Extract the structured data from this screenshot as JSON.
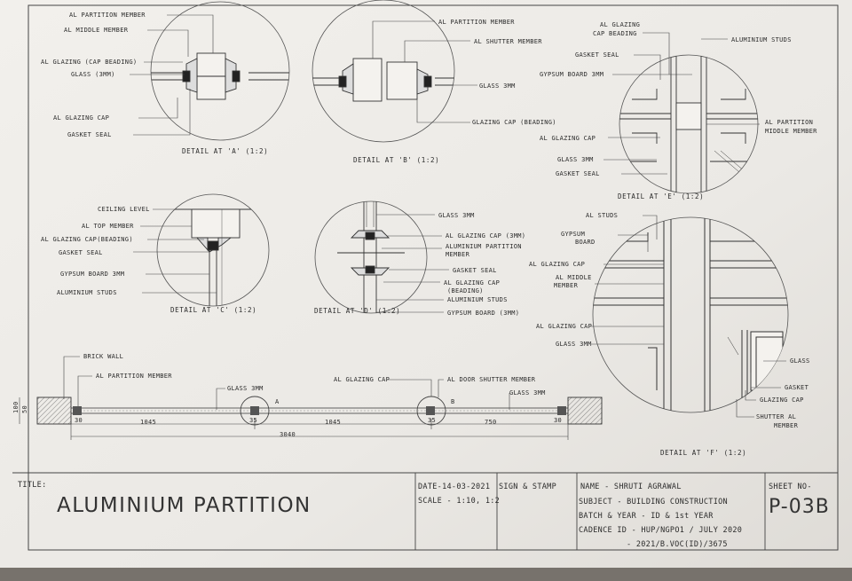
{
  "labels": {
    "a_partition_member": "AL PARTITION MEMBER",
    "a_middle_member": "AL MIDDLE MEMBER",
    "a_glazing_cap_beading": "AL GLAZING (CAP BEADING)",
    "a_glass": "GLASS (3MM)",
    "a_glazing_cap": "AL GLAZING CAP",
    "a_gasket_seal": "GASKET SEAL",
    "b_partition_member": "AL PARTITION MEMBER",
    "b_shutter_member": "AL SHUTTER MEMBER",
    "b_glass": "GLASS 3MM",
    "b_glazing_cap": "GLAZING CAP (BEADING)",
    "e_glazing_cap_beading_1": "AL GLAZING",
    "e_glazing_cap_beading_2": "CAP BEADING",
    "e_aluminium_studs": "ALUMINIUM STUDS",
    "e_gasket_seal": "GASKET SEAL",
    "e_gypsum_board": "GYPSUM BOARD 3MM",
    "e_partition_middle_1": "AL PARTITION",
    "e_partition_middle_2": "MIDDLE MEMBER",
    "e_glazing_cap": "AL GLAZING CAP",
    "e_glass": "GLASS 3MM",
    "e_gasket_seal_2": "GASKET SEAL",
    "c_ceiling_level": "CEILING LEVEL",
    "c_top_member": "AL TOP MEMBER",
    "c_glazing_cap_beading": "AL GLAZING CAP(BEADING)",
    "c_gasket_seal": "GASKET SEAL",
    "c_gypsum_board": "GYPSUM BOARD 3MM",
    "c_aluminium_studs": "ALUMINIUM STUDS",
    "d_glass": "GLASS 3MM",
    "d_glazing_cap": "AL GLAZING CAP (3MM)",
    "d_partition_member_1": "ALUMINIUM PARTITION",
    "d_partition_member_2": "MEMBER",
    "d_gasket_seal": "GASKET SEAL",
    "d_glazing_cap_beading_1": "AL GLAZING CAP",
    "d_glazing_cap_beading_2": "(BEADING)",
    "d_aluminium_studs": "ALUMINIUM STUDS",
    "d_gypsum_board": "GYPSUM BOARD (3MM)",
    "f_al_studs": "AL STUDS",
    "f_gypsum_board_1": "GYPSUM",
    "f_gypsum_board_2": "BOARD",
    "f_glazing_cap": "AL GLAZING CAP",
    "f_middle_member_1": "AL MIDDLE",
    "f_middle_member_2": "MEMBER",
    "f_glazing_cap_2": "AL GLAZING CAP",
    "f_glass": "GLASS 3MM",
    "f_glass_right": "GLASS",
    "f_gasket": "GASKET",
    "f_glazing_cap_right": "GLAZING CAP",
    "f_shutter_member_1": "SHUTTER AL",
    "f_shutter_member_2": "MEMBER",
    "p_brick_wall": "BRICK WALL",
    "p_partition_member": "AL PARTITION MEMBER",
    "p_glass": "GLASS 3MM",
    "p_glazing_cap": "AL GLAZING CAP",
    "p_door_shutter": "AL DOOR SHUTTER MEMBER",
    "p_glass_2": "GLASS 3MM",
    "p_mark_a": "A",
    "p_mark_b": "B"
  },
  "captions": {
    "detail_a": "DETAIL AT 'A' (1:2)",
    "detail_b": "DETAIL AT 'B' (1:2)",
    "detail_e": "DETAIL AT 'E' (1:2)",
    "detail_c": "DETAIL AT 'C' (1:2)",
    "detail_d": "DETAIL AT 'D' (1:2)",
    "detail_f": "DETAIL AT 'F' (1:2)"
  },
  "dimensions": {
    "d1": "1045",
    "d2": "1045",
    "d3": "750",
    "total": "3040",
    "small_1": "100",
    "small_2": "50",
    "end_1": "30",
    "mid_1": "35",
    "mid_2": "35",
    "end_2": "30"
  },
  "title_block": {
    "title_label": "TITLE:",
    "title": "ALUMINIUM PARTITION",
    "date": "DATE-14-03-2021",
    "scale": "SCALE - 1:10, 1:2",
    "sign": "SIGN & STAMP",
    "name": "NAME - SHRUTI AGRAWAL",
    "subject": "SUBJECT - BUILDING CONSTRUCTION",
    "batch": "BATCH & YEAR - ID & 1st YEAR",
    "cadence": "CADENCE ID - HUP/NGPO1 / JULY 2020",
    "roll": "- 2021/B.VOC(ID)/3675",
    "sheet_label": "SHEET NO-",
    "sheet_no": "P-03B"
  }
}
